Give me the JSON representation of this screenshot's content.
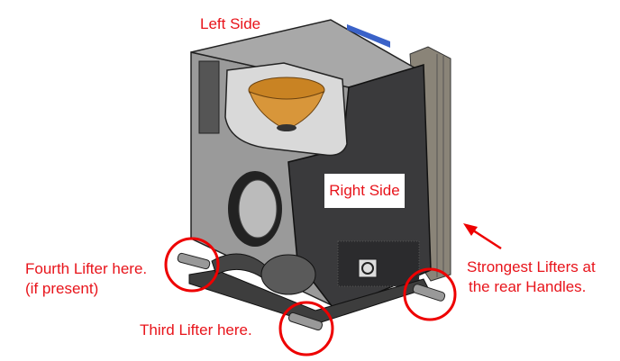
{
  "labels": {
    "left_side": "Left Side",
    "right_side": "Right Side",
    "fourth_lifter": "Fourth Lifter here.",
    "fourth_lifter_note": "(if present)",
    "third_lifter": "Third Lifter here.",
    "strongest_line1": "Strongest Lifters at",
    "strongest_line2": "the rear Handles."
  },
  "colors": {
    "annotation": "#e8141b",
    "funnel": "#d08a2a",
    "panel_dark": "#3a3a3c",
    "accent_blue": "#3a62c8"
  }
}
